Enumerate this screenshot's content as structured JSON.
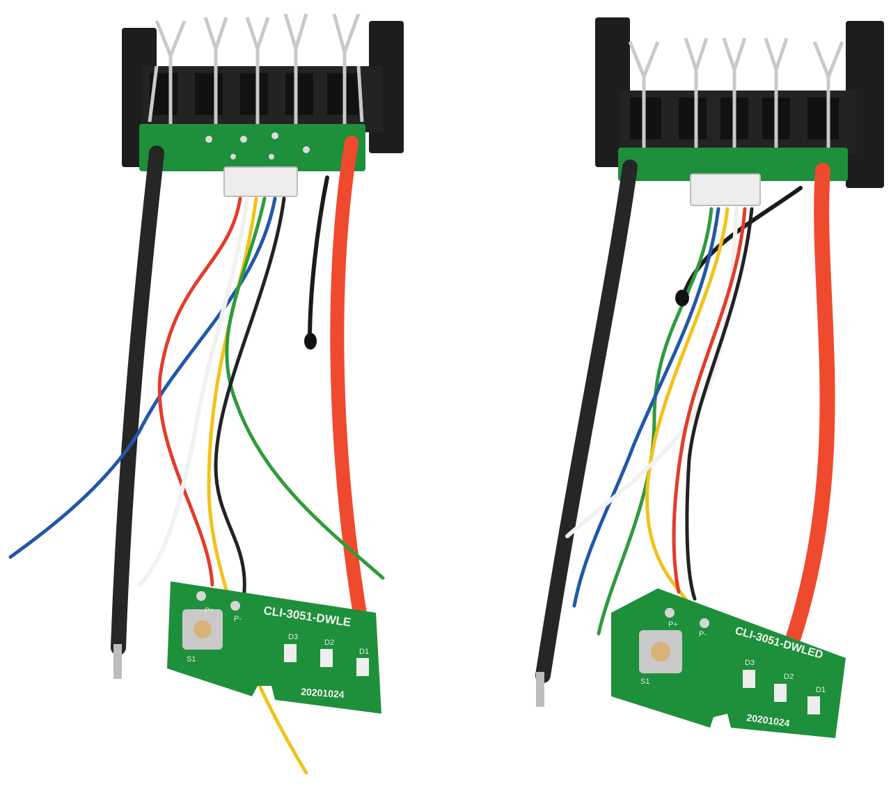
{
  "left_board": {
    "model_label": "CLI-3051-DWLE",
    "date_code": "20201024",
    "pad_plus": "P+",
    "pad_minus": "P-",
    "switch_label": "S1",
    "led_labels": [
      "D3",
      "D2",
      "D1"
    ]
  },
  "right_board": {
    "model_label": "CLI-3051-DWLED",
    "date_code": "20201024",
    "pad_plus": "P+",
    "pad_minus": "P-",
    "switch_label": "S1",
    "led_labels": [
      "D3",
      "D2",
      "D1"
    ]
  },
  "colors": {
    "background": "#ffffff",
    "connector": "#1d1d1d",
    "pcb": "#1e8f3a",
    "wire_black": "#262626",
    "wire_red_thick": "#ef4a2e",
    "wire_red": "#e23c2c",
    "wire_blue": "#2257a8",
    "wire_green": "#2f9b3c",
    "wire_yellow": "#f2c21a",
    "wire_white": "#f4f4f4",
    "metal": "#c9c9c9"
  }
}
